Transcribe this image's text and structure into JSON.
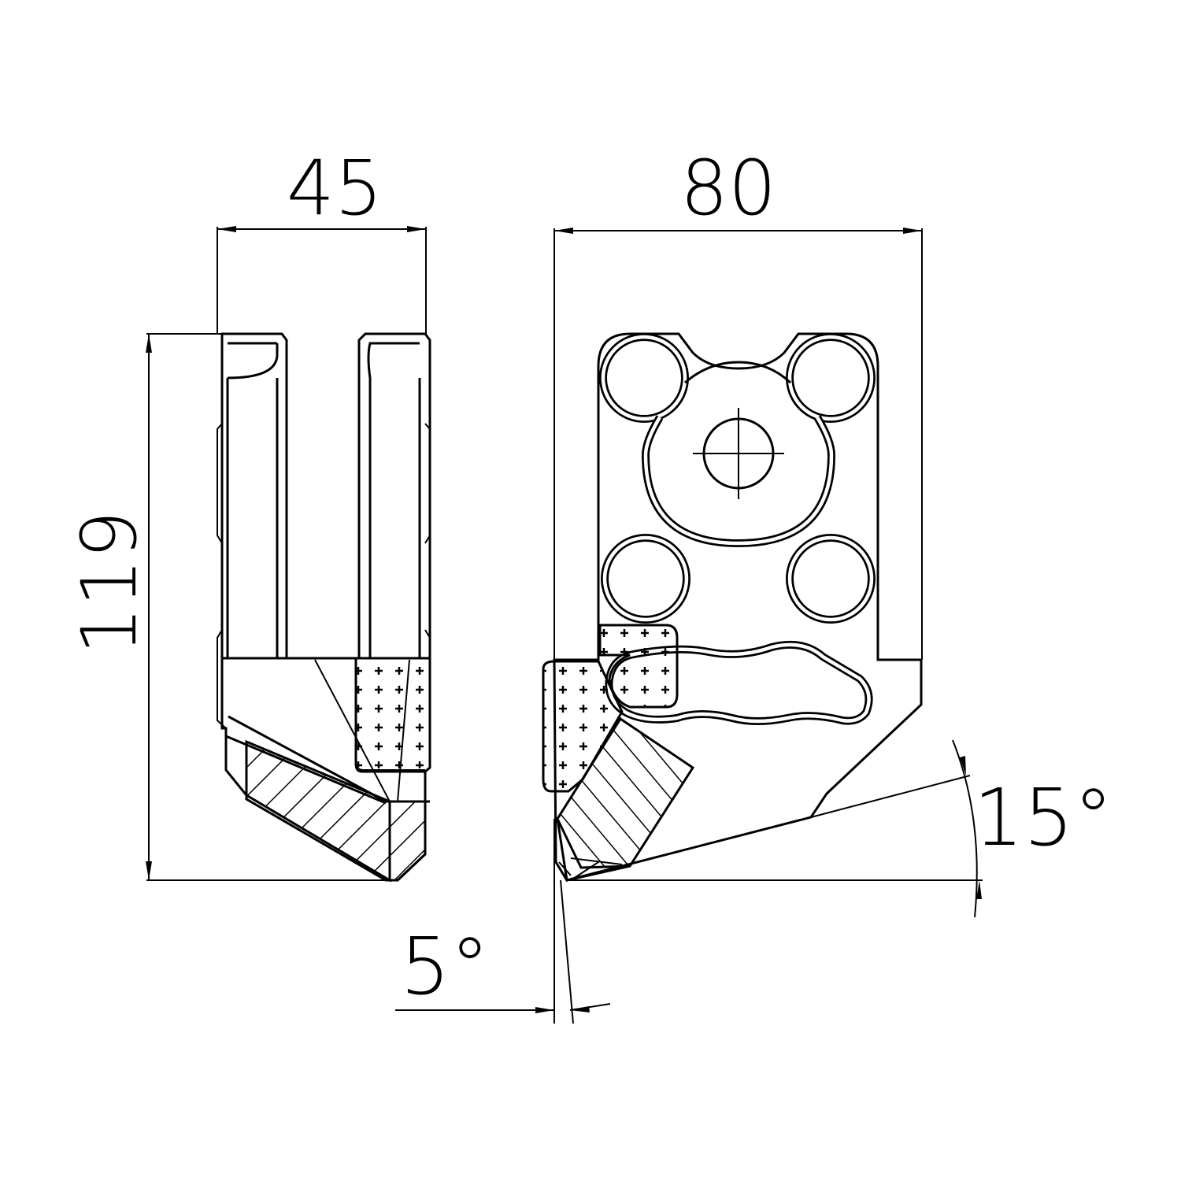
{
  "dimensions": {
    "width_side": "45",
    "width_front": "80",
    "height": "119",
    "angle_top": "15°",
    "angle_bottom": "5°"
  }
}
